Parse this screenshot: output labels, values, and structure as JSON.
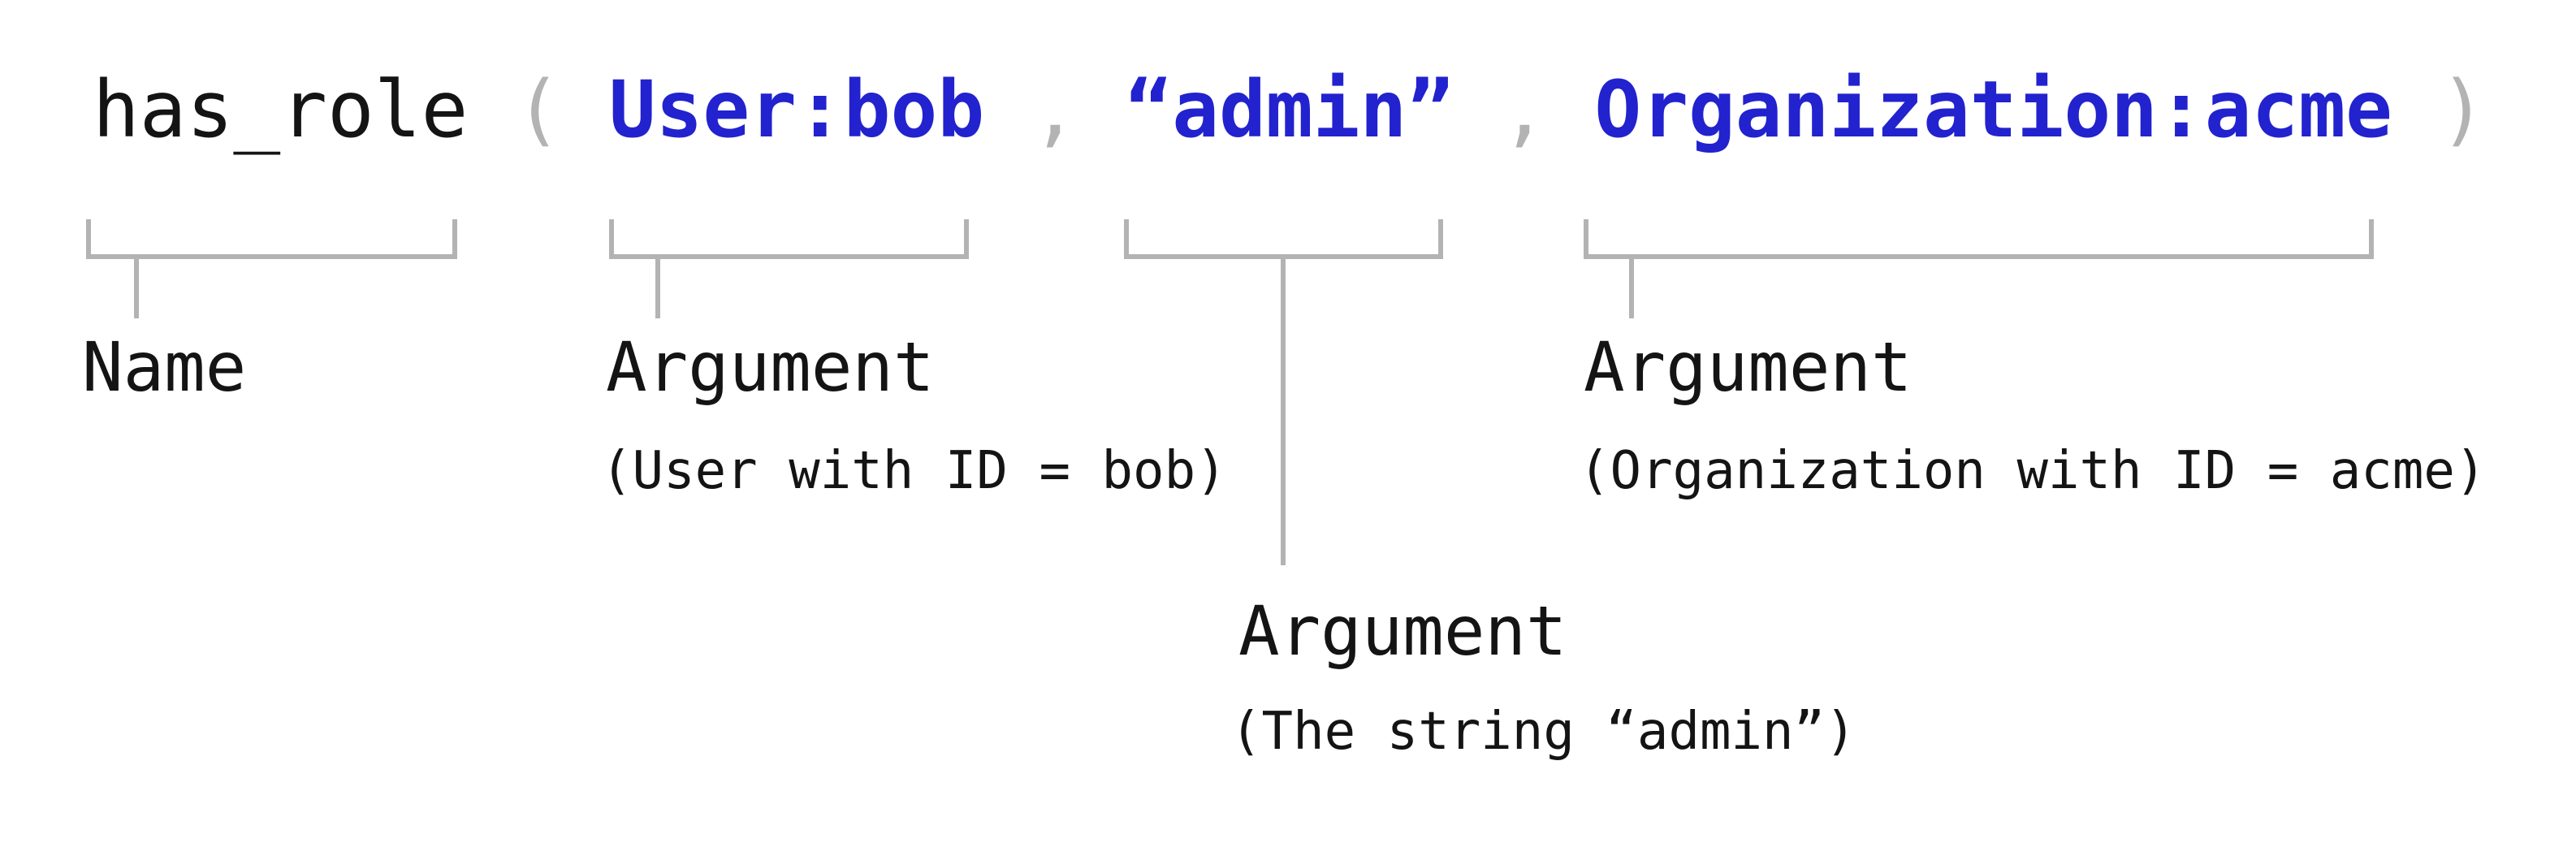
{
  "colors": {
    "background": "#ffffff",
    "ink": "#141414",
    "muted": "#b3b3b3",
    "accent": "#2222cf"
  },
  "expression": {
    "function_name": "has_role",
    "open_paren": "(",
    "separator": ",",
    "close_paren": ")",
    "arguments": [
      "User:bob",
      "“admin”",
      "Organization:acme"
    ]
  },
  "callouts": {
    "name": {
      "label": "Name"
    },
    "arg_user": {
      "label": "Argument",
      "detail": "(User with ID = bob)"
    },
    "arg_string": {
      "label": "Argument",
      "detail": "(The string “admin”)"
    },
    "arg_org": {
      "label": "Argument",
      "detail": "(Organization with ID = acme)"
    }
  }
}
